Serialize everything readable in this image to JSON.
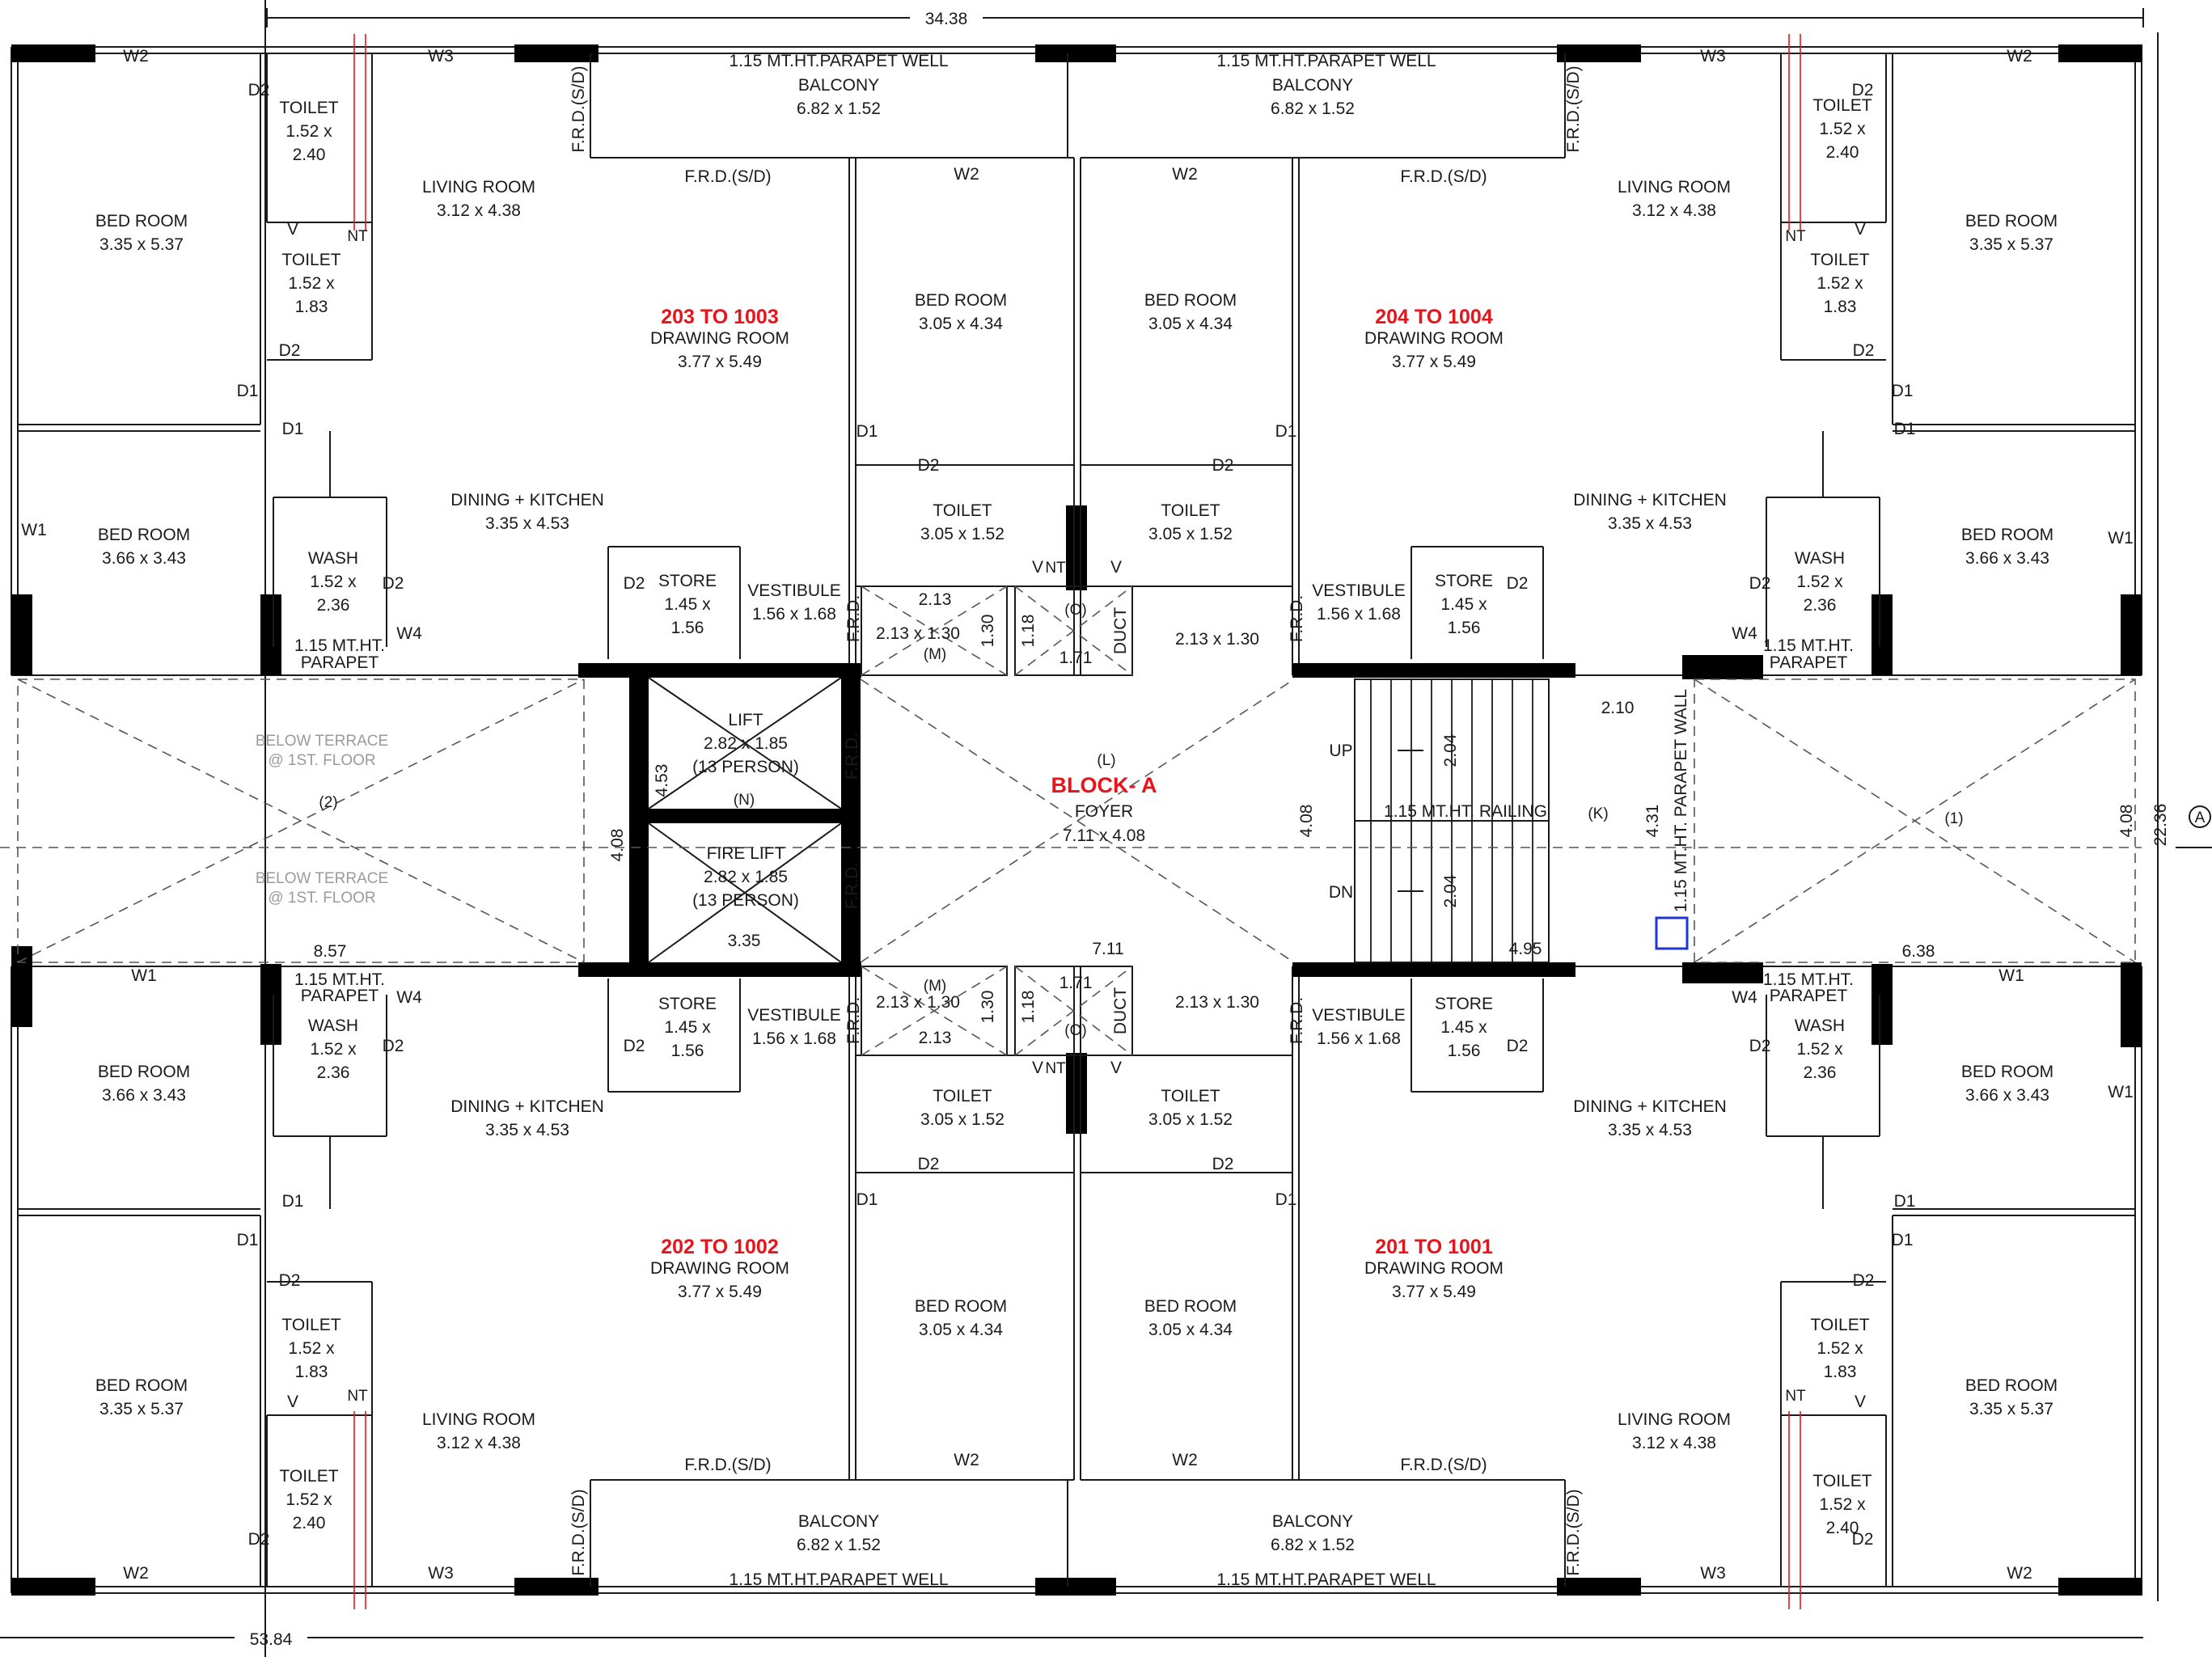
{
  "block": {
    "title": "BLOCK- A",
    "foyer_label": "FOYER",
    "foyer_size": "7.11 x 4.08",
    "foyer_tag": "(L)"
  },
  "overall_dims": {
    "top_width": "34.38",
    "bottom_width": "53.84",
    "right_height": "22.36",
    "section_marker": "A"
  },
  "units": {
    "tl": "203 TO 1003",
    "tr": "204 TO 1004",
    "bl": "202 TO 1002",
    "br": "201 TO 1001"
  },
  "rooms": [
    {
      "key": "tl_bed1",
      "name": "BED ROOM",
      "size": "3.35 x 5.37"
    },
    {
      "key": "tl_bed2",
      "name": "BED ROOM",
      "size": "3.66 x 3.43"
    },
    {
      "key": "tl_toilet1",
      "name": "TOILET",
      "size": "1.52 x",
      "size2": "2.40"
    },
    {
      "key": "tl_toilet2",
      "name": "TOILET",
      "size": "1.52 x",
      "size2": "1.83"
    },
    {
      "key": "tl_living",
      "name": "LIVING ROOM",
      "size": "3.12 x 4.38"
    },
    {
      "key": "tl_drawing",
      "name": "DRAWING ROOM",
      "size": "3.77 x 5.49"
    },
    {
      "key": "tl_dining",
      "name": "DINING + KITCHEN",
      "size": "3.35 x 4.53"
    },
    {
      "key": "tl_wash",
      "name": "WASH",
      "size": "1.52 x",
      "size2": "2.36"
    },
    {
      "key": "tl_store",
      "name": "STORE",
      "size": "1.45 x",
      "size2": "1.56"
    },
    {
      "key": "tl_vest",
      "name": "VESTIBULE",
      "size": "1.56 x 1.68"
    },
    {
      "key": "tl_balcony",
      "name": "BALCONY",
      "size": "6.82 x 1.52"
    },
    {
      "key": "tl_cbed",
      "name": "BED ROOM",
      "size": "3.05 x 4.34"
    },
    {
      "key": "tl_ctoilet",
      "name": "TOILET",
      "size": "3.05 x 1.52"
    },
    {
      "key": "tr_bed1",
      "name": "BED ROOM",
      "size": "3.35 x 5.37"
    },
    {
      "key": "tr_bed2",
      "name": "BED ROOM",
      "size": "3.66 x 3.43"
    },
    {
      "key": "tr_toilet1",
      "name": "TOILET",
      "size": "1.52 x",
      "size2": "2.40"
    },
    {
      "key": "tr_toilet2",
      "name": "TOILET",
      "size": "1.52 x",
      "size2": "1.83"
    },
    {
      "key": "tr_living",
      "name": "LIVING ROOM",
      "size": "3.12 x 4.38"
    },
    {
      "key": "tr_drawing",
      "name": "DRAWING ROOM",
      "size": "3.77 x 5.49"
    },
    {
      "key": "tr_dining",
      "name": "DINING + KITCHEN",
      "size": "3.35 x 4.53"
    },
    {
      "key": "tr_wash",
      "name": "WASH",
      "size": "1.52 x",
      "size2": "2.36"
    },
    {
      "key": "tr_store",
      "name": "STORE",
      "size": "1.45 x",
      "size2": "1.56"
    },
    {
      "key": "tr_vest",
      "name": "VESTIBULE",
      "size": "1.56 x 1.68"
    },
    {
      "key": "tr_balcony",
      "name": "BALCONY",
      "size": "6.82 x 1.52"
    },
    {
      "key": "tr_cbed",
      "name": "BED ROOM",
      "size": "3.05 x 4.34"
    },
    {
      "key": "tr_ctoilet",
      "name": "TOILET",
      "size": "3.05 x 1.52"
    },
    {
      "key": "bl_bed1",
      "name": "BED ROOM",
      "size": "3.35 x 5.37"
    },
    {
      "key": "bl_bed2",
      "name": "BED ROOM",
      "size": "3.66 x 3.43"
    },
    {
      "key": "bl_toilet1",
      "name": "TOILET",
      "size": "1.52 x",
      "size2": "2.40"
    },
    {
      "key": "bl_toilet2",
      "name": "TOILET",
      "size": "1.52 x",
      "size2": "1.83"
    },
    {
      "key": "bl_living",
      "name": "LIVING ROOM",
      "size": "3.12 x 4.38"
    },
    {
      "key": "bl_drawing",
      "name": "DRAWING ROOM",
      "size": "3.77 x 5.49"
    },
    {
      "key": "bl_dining",
      "name": "DINING + KITCHEN",
      "size": "3.35 x 4.53"
    },
    {
      "key": "bl_wash",
      "name": "WASH",
      "size": "1.52 x",
      "size2": "2.36"
    },
    {
      "key": "bl_store",
      "name": "STORE",
      "size": "1.45 x",
      "size2": "1.56"
    },
    {
      "key": "bl_vest",
      "name": "VESTIBULE",
      "size": "1.56 x 1.68"
    },
    {
      "key": "bl_balcony",
      "name": "BALCONY",
      "size": "6.82 x 1.52"
    },
    {
      "key": "bl_cbed",
      "name": "BED ROOM",
      "size": "3.05 x 4.34"
    },
    {
      "key": "bl_ctoilet",
      "name": "TOILET",
      "size": "3.05 x 1.52"
    },
    {
      "key": "br_bed1",
      "name": "BED ROOM",
      "size": "3.35 x 5.37"
    },
    {
      "key": "br_bed2",
      "name": "BED ROOM",
      "size": "3.66 x 3.43"
    },
    {
      "key": "br_toilet1",
      "name": "TOILET",
      "size": "1.52 x",
      "size2": "2.40"
    },
    {
      "key": "br_toilet2",
      "name": "TOILET",
      "size": "1.52 x",
      "size2": "1.83"
    },
    {
      "key": "br_living",
      "name": "LIVING ROOM",
      "size": "3.12 x 4.38"
    },
    {
      "key": "br_drawing",
      "name": "DRAWING ROOM",
      "size": "3.77 x 5.49"
    },
    {
      "key": "br_dining",
      "name": "DINING + KITCHEN",
      "size": "3.35 x 4.53"
    },
    {
      "key": "br_wash",
      "name": "WASH",
      "size": "1.52 x",
      "size2": "2.36"
    },
    {
      "key": "br_store",
      "name": "STORE",
      "size": "1.45 x",
      "size2": "1.56"
    },
    {
      "key": "br_vest",
      "name": "VESTIBULE",
      "size": "1.56 x 1.68"
    },
    {
      "key": "br_balcony",
      "name": "BALCONY",
      "size": "6.82 x 1.52"
    },
    {
      "key": "br_cbed",
      "name": "BED ROOM",
      "size": "3.05 x 4.34"
    },
    {
      "key": "br_ctoilet",
      "name": "TOILET",
      "size": "3.05 x 1.52"
    },
    {
      "key": "lift",
      "name": "LIFT",
      "size": "2.82 x 1.85",
      "size2": "(13 PERSON)"
    },
    {
      "key": "firelift",
      "name": "FIRE LIFT",
      "size": "2.82 x 1.85",
      "size2": "(13 PERSON)"
    }
  ],
  "labels": {
    "parapet_well": "1.15 MT.HT.PARAPET WELL",
    "frd_sd": "F.R.D.(S/D)",
    "frd": "F.R.D.",
    "parapet_a": "1.15 MT.HT.",
    "parapet_b": "PARAPET",
    "parapet_wall": "1.15 MT.HT. PARAPET WALL",
    "railing": "1.15 MT.HT. RAILING",
    "terrace_a": "BELOW TERRACE",
    "terrace_b": "@ 1ST. FLOOR",
    "duct": "DUCT",
    "up": "UP",
    "dn": "DN",
    "w1": "W1",
    "w2": "W2",
    "w3": "W3",
    "w4": "W4",
    "d1": "D1",
    "d2": "D2",
    "v": "V",
    "nt": "NT",
    "tag_o": "(O)",
    "tag_m": "(M)",
    "tag_n": "(N)",
    "tag_k": "(K)",
    "tag_1": "(1)",
    "tag_2": "(2)",
    "shaft_size": "2.13 x 1.30",
    "dim_213": "2.13",
    "dim_130": "1.30",
    "dim_118": "1.18",
    "dim_171": "1.71",
    "dim_453": "4.53",
    "dim_408": "4.08",
    "dim_335": "3.35",
    "dim_711": "7.11",
    "dim_210": "2.10",
    "dim_204": "2.04",
    "dim_431": "4.31",
    "dim_495": "4.95",
    "dim_857": "8.57",
    "dim_638": "6.38"
  }
}
